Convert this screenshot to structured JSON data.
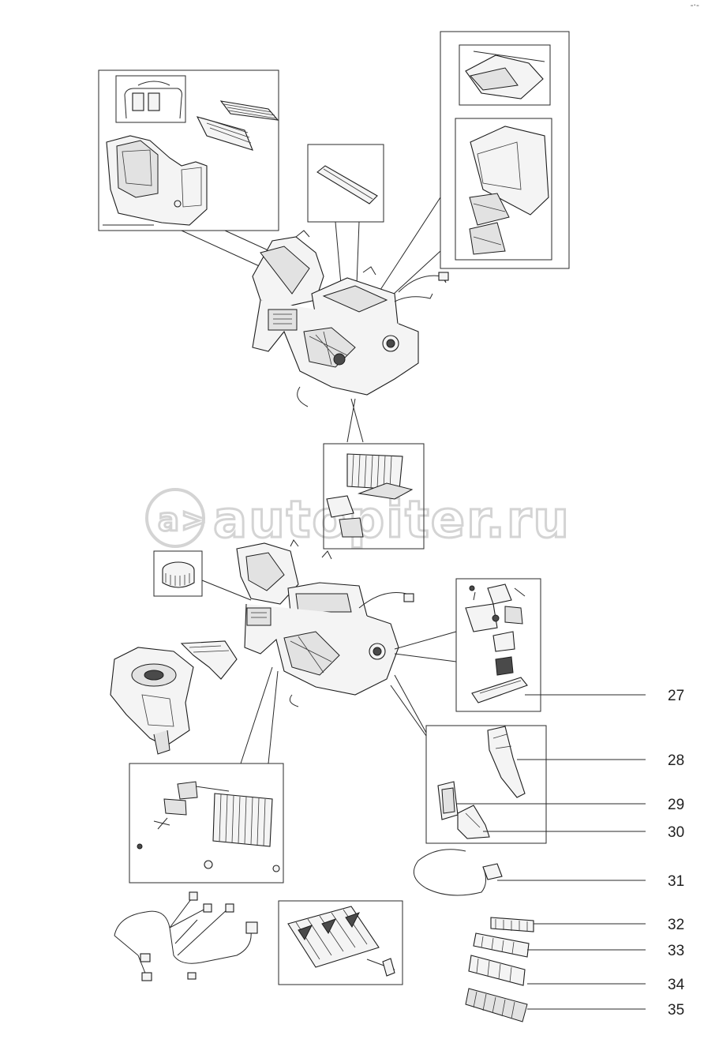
{
  "page": {
    "corner_mark": "-·-",
    "watermark_text": "autopiter.ru"
  },
  "callouts": [
    {
      "number": "27"
    },
    {
      "number": "28"
    },
    {
      "number": "29"
    },
    {
      "number": "30"
    },
    {
      "number": "31"
    },
    {
      "number": "32"
    },
    {
      "number": "33"
    },
    {
      "number": "34"
    },
    {
      "number": "35"
    }
  ],
  "colors": {
    "line": "#2a2a2a",
    "watermark": "#d4d4d4",
    "background": "#ffffff"
  }
}
